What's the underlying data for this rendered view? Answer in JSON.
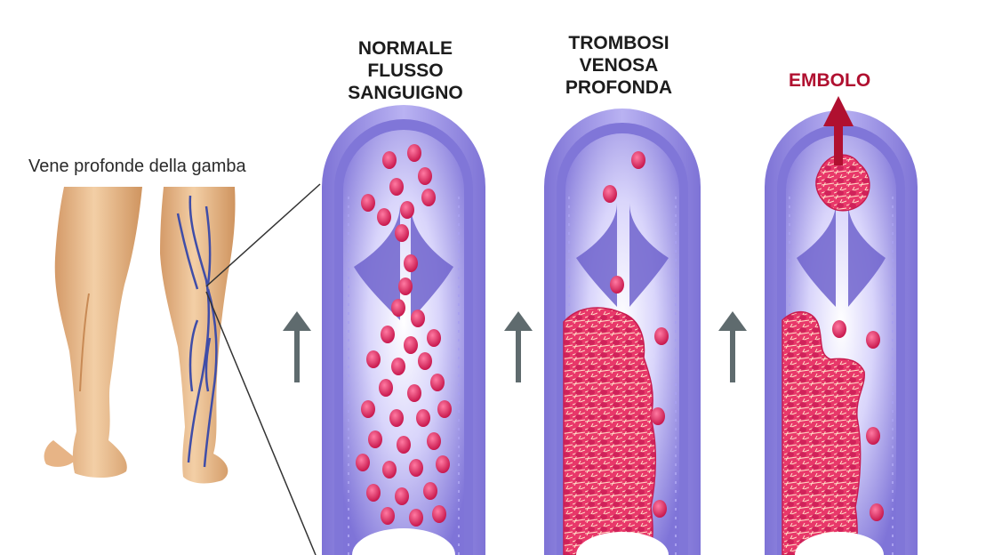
{
  "legs_caption": "Vene profonde della gamba",
  "panels": [
    {
      "title_lines": [
        "NORMALE",
        "FLUSSO",
        "SANGUIGNO"
      ]
    },
    {
      "title_lines": [
        "TROMBOSI",
        "VENOSA",
        "PROFONDA"
      ]
    },
    {
      "title_lines": []
    }
  ],
  "embolo_label": "EMBOLO",
  "colors": {
    "vein_wall": "#8f86e0",
    "vein_inner": "#b7b0ef",
    "lumen": "#9c95e6",
    "blood_cell": "#e0245e",
    "clot": "#e83a6c",
    "embolo_text": "#b01030",
    "flow_arrow": "#5f6b6e",
    "skin": "#e9b98a",
    "deep_vein": "#3f4da8"
  },
  "icons": [
    "flow-up-arrow-icon",
    "embolo-up-arrow-icon"
  ]
}
